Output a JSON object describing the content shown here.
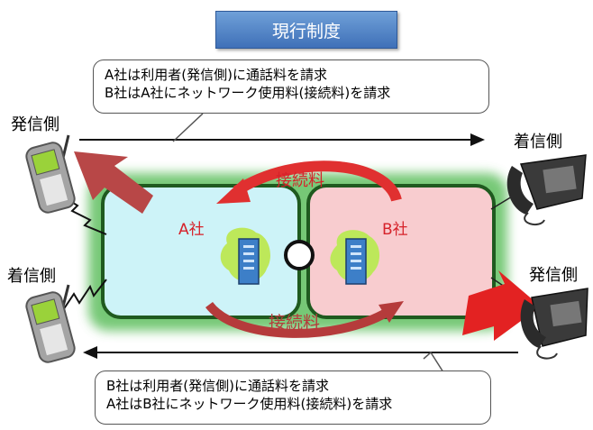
{
  "title": "現行制度",
  "top_note": {
    "line1": "A社は利用者(発信側)に通話料を請求",
    "line2": "B社はA社にネットワーク使用料(接続料)を請求"
  },
  "bottom_note": {
    "line1": "B社は利用者(発信側)に通話料を請求",
    "line2": "A社はB社にネットワーク使用料(接続料)を請求"
  },
  "carrier_a": "A社",
  "carrier_b": "B社",
  "fee_top": "接続料",
  "fee_bottom": "接続料",
  "labels": {
    "top_left": "発信側",
    "top_right": "着信側",
    "bottom_left": "着信側",
    "bottom_right": "発信側"
  },
  "colors": {
    "network_a": "#cdf3f8",
    "network_b": "#f8cccf",
    "border_green": "#1f5a1f",
    "arrow_red": "#e03030",
    "arrow_dark_red": "#b53b3b",
    "title_blue": "#4f82c6"
  }
}
